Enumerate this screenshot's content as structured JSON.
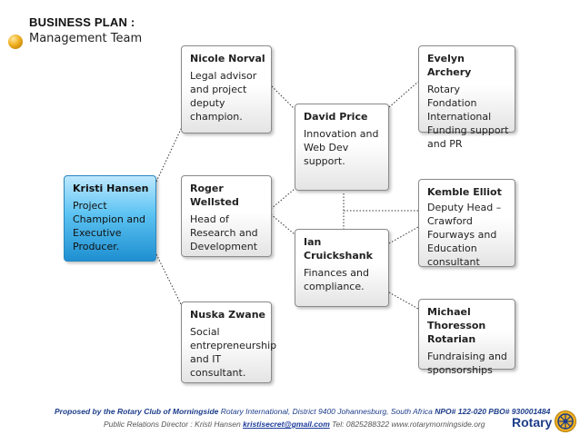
{
  "header": {
    "title": "BUSINESS PLAN :",
    "subtitle": "Management Team"
  },
  "team": {
    "kristi": {
      "name": "Kristi Hansen",
      "role": "Project Champion and Executive Producer."
    },
    "nicole": {
      "name": "Nicole Norval",
      "role": "Legal advisor and project deputy champion."
    },
    "roger": {
      "name": "Roger Wellsted",
      "role": "Head of Research and Development"
    },
    "nuska": {
      "name": "Nuska Zwane",
      "role": "Social entrepreneurship and IT consultant."
    },
    "david": {
      "name": "David Price",
      "role": "Innovation and Web Dev support."
    },
    "ian": {
      "name": "Ian Cruickshank",
      "role": "Finances and compliance."
    },
    "evelyn": {
      "name": "Evelyn Archery",
      "role": "Rotary Fondation International Funding support and PR"
    },
    "kemble": {
      "name": "Kemble Elliot",
      "role": "Deputy Head – Crawford Fourways and Education consultant"
    },
    "michael": {
      "name": "Michael Thoresson Rotarian",
      "role": "Fundraising and sponsorships"
    }
  },
  "footer": {
    "line1_prefix": "Proposed by the Rotary Club of Morningside",
    "line1_middle": " Rotary International, District 9400 Johannesburg, South Africa ",
    "line1_npo": "NPO# 122-020   PBO# 930001484",
    "line2_prefix": "Public Relations Director : Kristi Hansen ",
    "line2_email": "kristisecret@gmail.com",
    "line2_suffix": " Tel: 0825288322  www.rotarymorningside.org",
    "logo_word": "Rotary"
  },
  "colors": {
    "lead_box": "#5cc3f2",
    "connector": "#333333",
    "footer_blue": "#1d3d8a",
    "rotary_gold": "#f0b020"
  }
}
